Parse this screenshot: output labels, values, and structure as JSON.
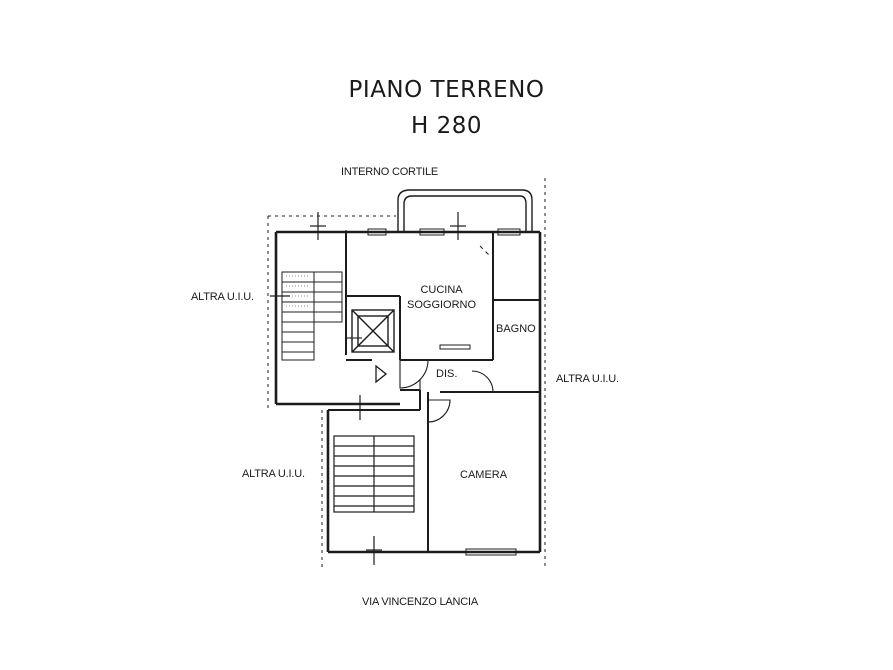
{
  "header": {
    "title": "PIANO TERRENO",
    "height_label": "H  280"
  },
  "surroundings": {
    "top": "INTERNO CORTILE",
    "left_upper": "ALTRA U.I.U.",
    "left_lower": "ALTRA U.I.U.",
    "right": "ALTRA U.I.U.",
    "bottom": "VIA VINCENZO LANCIA"
  },
  "rooms": {
    "kitchen_line1": "CUCINA",
    "kitchen_line2": "SOGGIORNO",
    "bathroom": "BAGNO",
    "hallway": "DIS.",
    "bedroom": "CAMERA"
  }
}
